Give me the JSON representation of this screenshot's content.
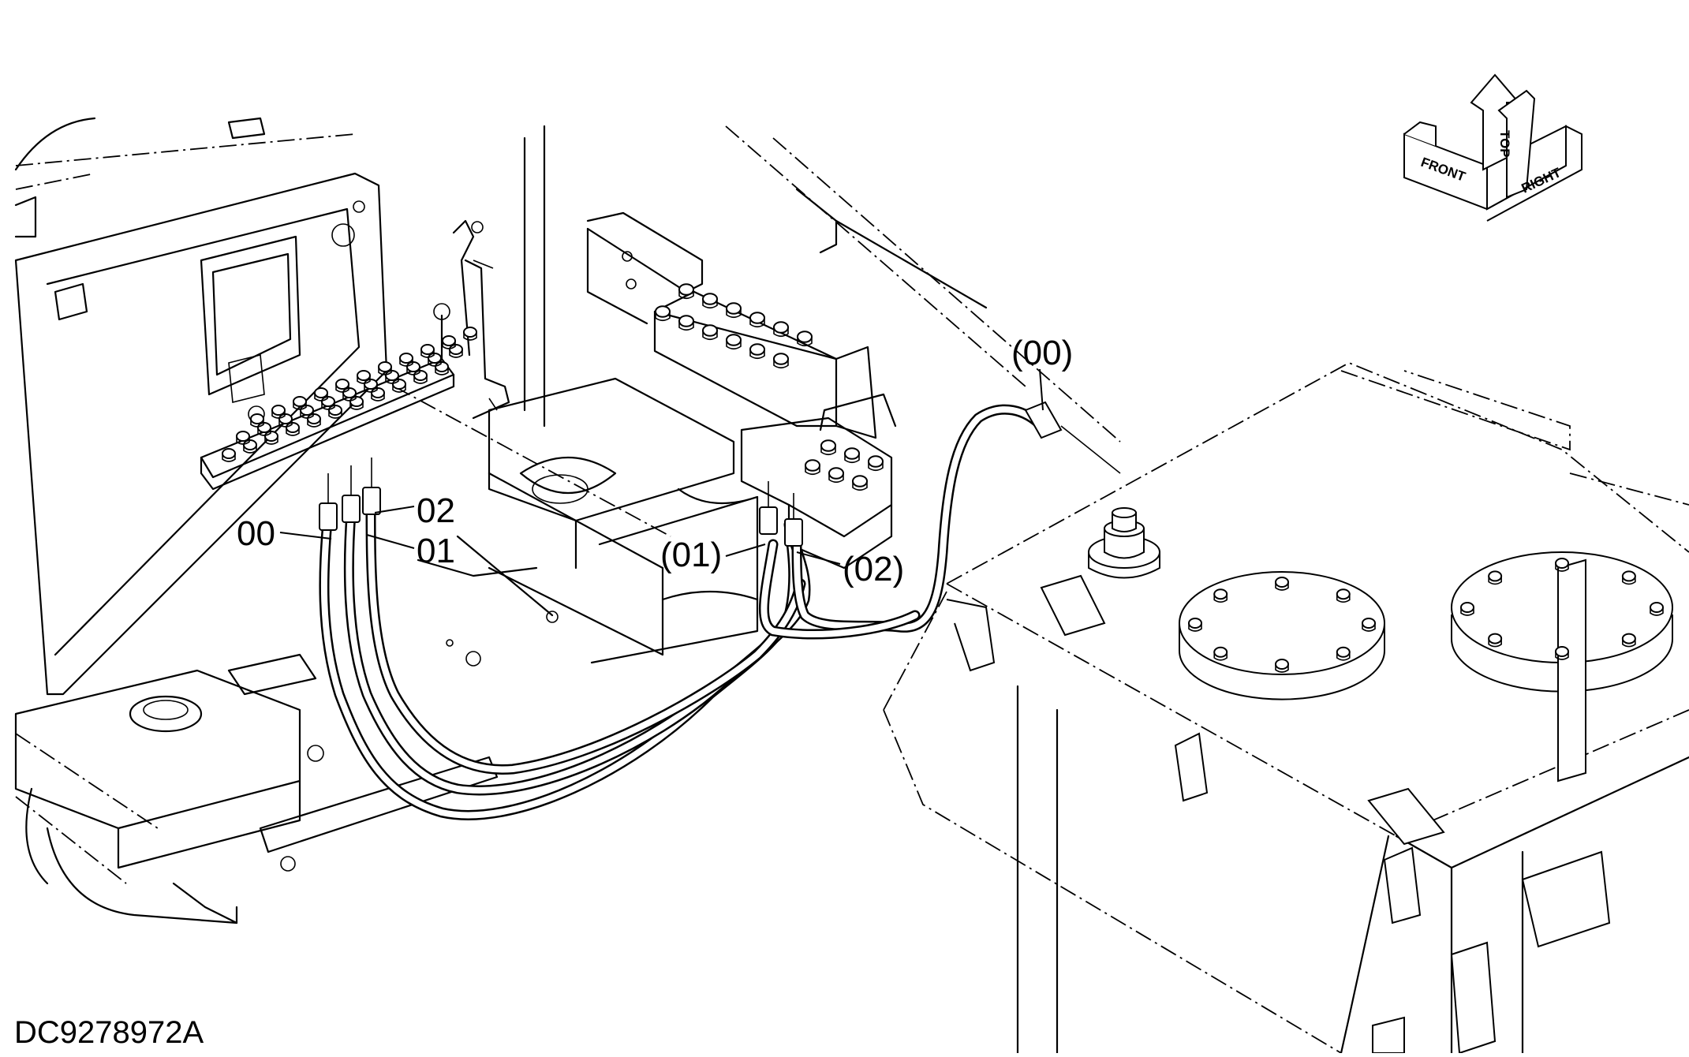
{
  "labels": {
    "left_00": "00",
    "left_01": "01",
    "left_02": "02",
    "right_00": "(00)",
    "right_01": "(01)",
    "right_02": "(02)"
  },
  "orientation": {
    "front": "FRONT",
    "top": "TOP",
    "right": "RIGHT"
  },
  "document_id": "DC9278972A"
}
